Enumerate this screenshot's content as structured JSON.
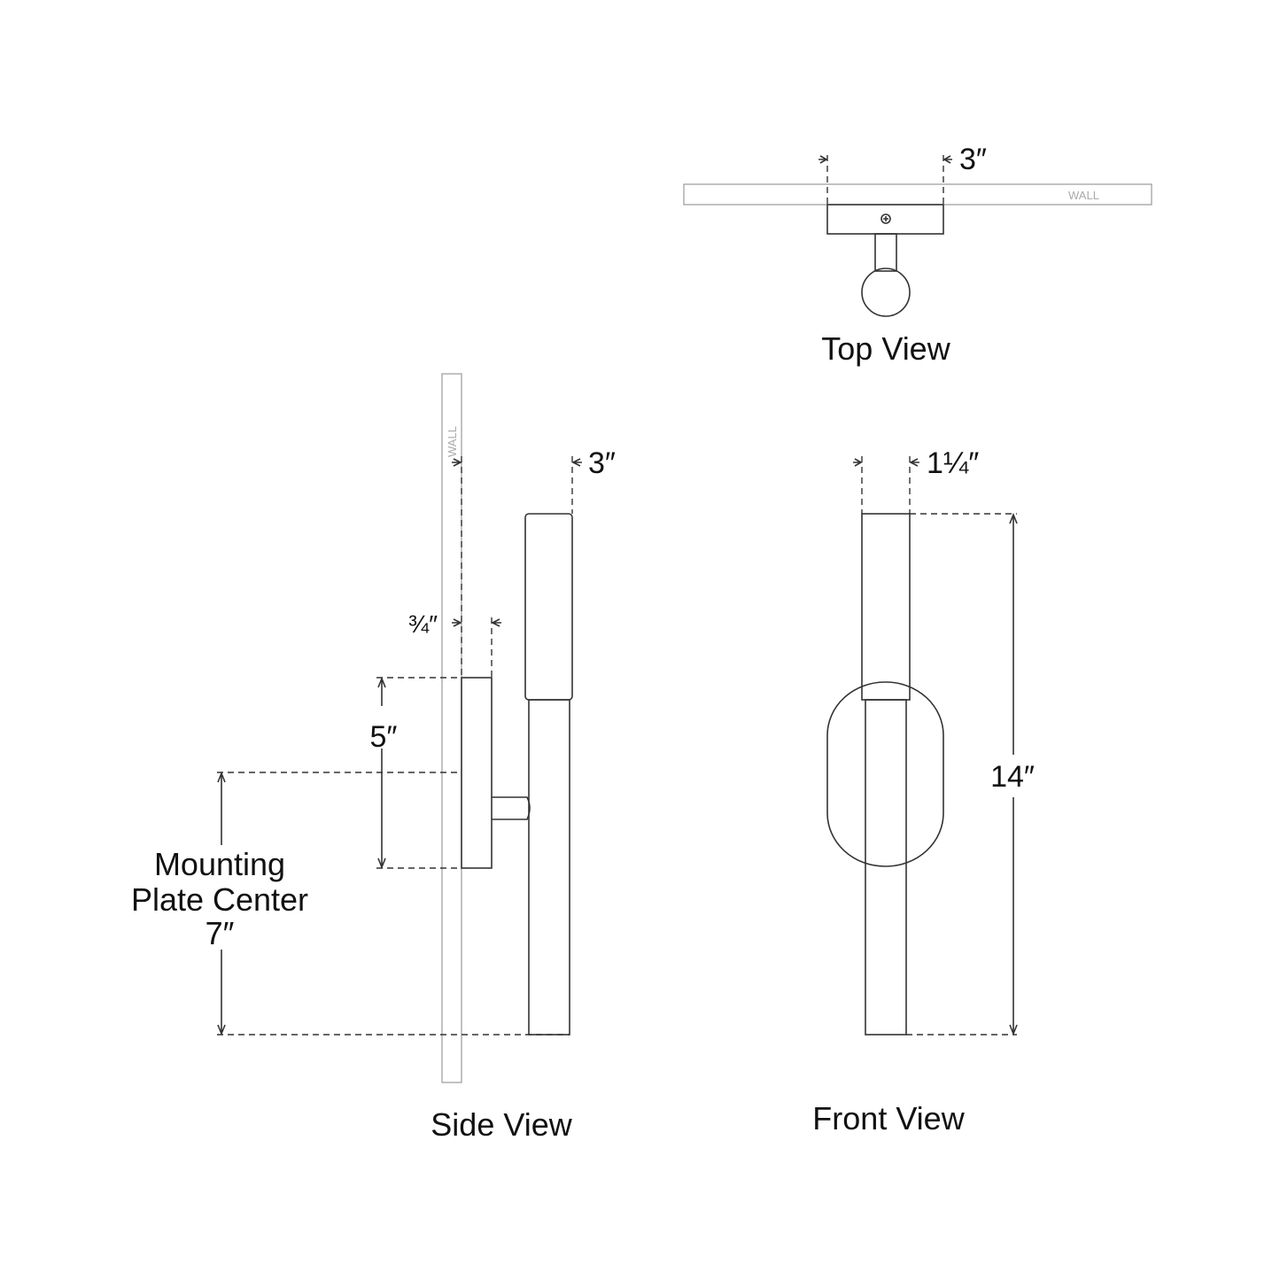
{
  "top_view": {
    "label": "Top View",
    "width_dim": "3″",
    "wall_label": "WALL"
  },
  "side_view": {
    "label": "Side View",
    "wall_label": "WALL",
    "projection_dim": "3″",
    "plate_depth_dim": "¾″",
    "plate_height_dim": "5″",
    "mount_line1": "Mounting",
    "mount_line2": "Plate Center",
    "mount_dim": "7″"
  },
  "front_view": {
    "label": "Front View",
    "width_dim": "1¼″",
    "height_dim": "14″"
  }
}
